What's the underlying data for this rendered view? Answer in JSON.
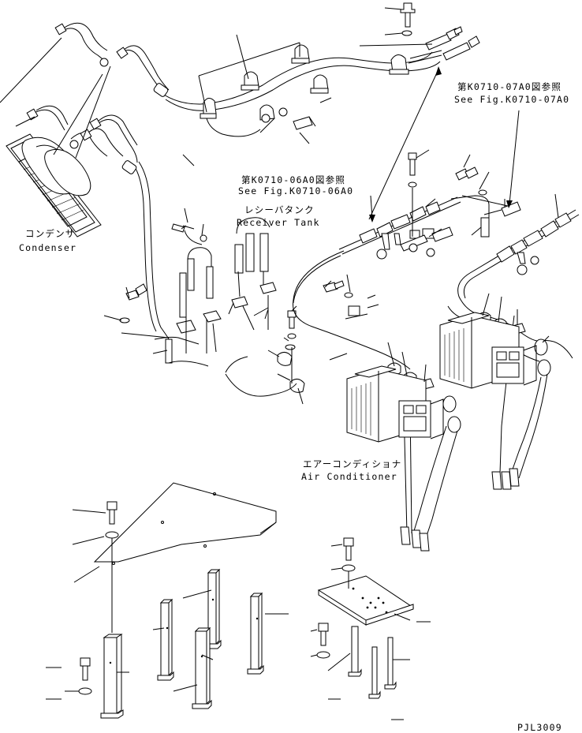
{
  "labels": {
    "condenser_jp": "コンデンサ",
    "condenser_en": "Condenser",
    "receiver_jp": "レシーバタンク",
    "receiver_en": "Receiver Tank",
    "aircon_jp": "エアーコンディショナ",
    "aircon_en": "Air Conditioner",
    "ref_0710_06_jp": "第K0710-06A0図参照",
    "ref_0710_06_en": "See Fig.K0710-06A0",
    "ref_0710_07_jp": "第K0710-07A0図参照",
    "ref_0710_07_en": "See Fig.K0710-07A0",
    "drawing_code": "PJL3009"
  }
}
